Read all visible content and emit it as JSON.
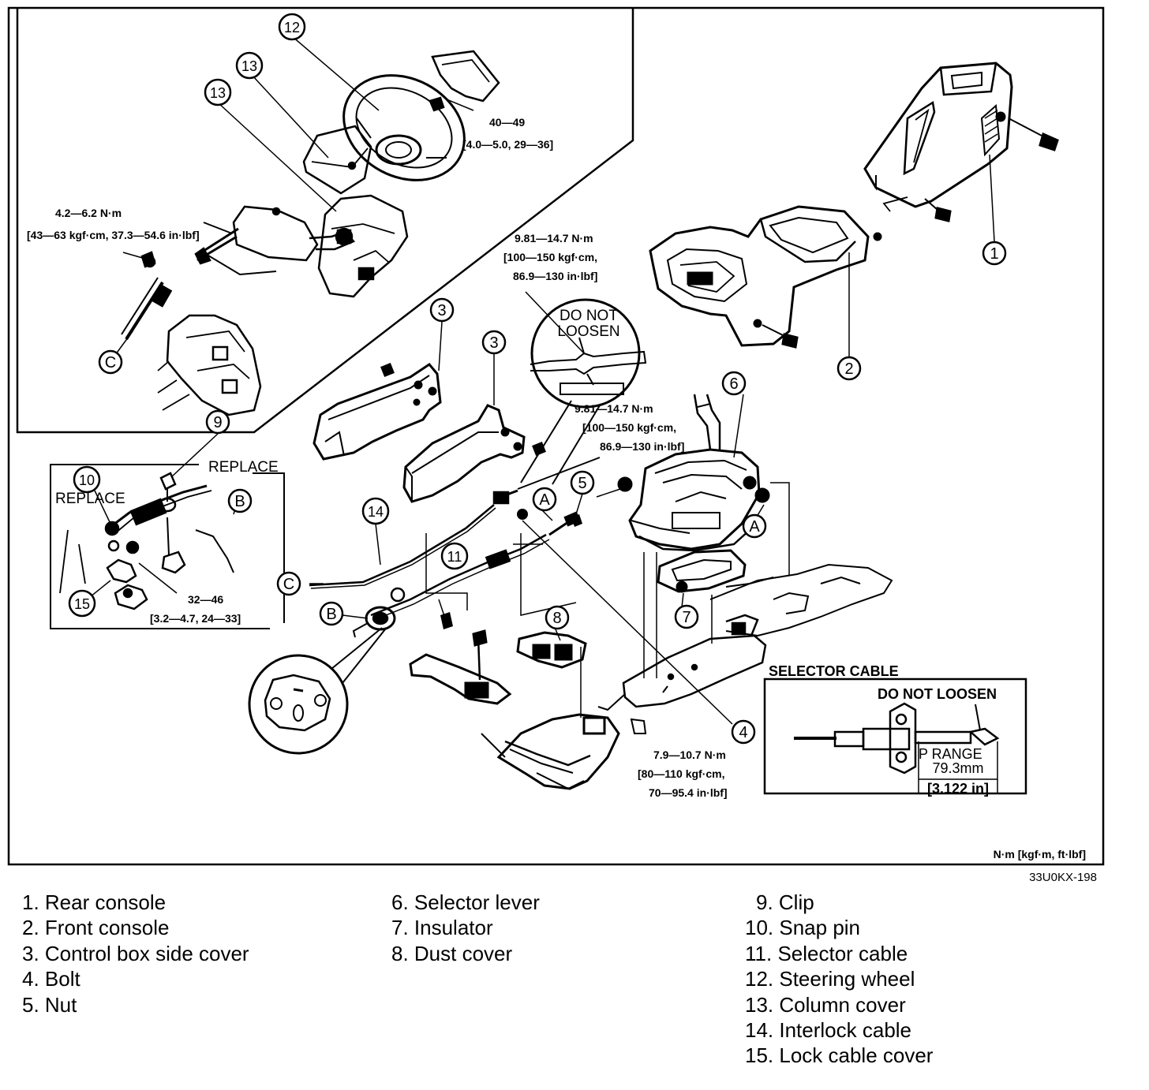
{
  "callouts": {
    "c1": "1",
    "c2": "2",
    "c3a": "3",
    "c3b": "3",
    "c4": "4",
    "c5": "5",
    "c6": "6",
    "c7": "7",
    "c8": "8",
    "c9": "9",
    "c10": "10",
    "c11": "11",
    "c12": "12",
    "c13a": "13",
    "c13b": "13",
    "c14": "14",
    "c15": "15"
  },
  "connectors": {
    "a_top": "A",
    "a_right": "A",
    "b_inset": "B",
    "b_cable": "B",
    "c_inset": "C",
    "c_cable": "C"
  },
  "torque": {
    "steering_nut": {
      "l1": "40—49",
      "l2": "[4.0—5.0, 29—36]"
    },
    "column_bolt": {
      "l1": "4.2—6.2 N·m",
      "l2": "[43—63 kgf·cm, 37.3—54.6 in·lbf]"
    },
    "cable_nut_upper": {
      "l1": "9.81—14.7 N·m",
      "l2": "[100—150 kgf·cm,",
      "l3": "86.9—130 in·lbf]"
    },
    "cable_nut_lower": {
      "l1": "9.81—14.7 N·m",
      "l2": "[100—150 kgf·cm,",
      "l3": "86.9—130 in·lbf]"
    },
    "snap_pin": {
      "l1": "32—46",
      "l2": "[3.2—4.7, 24—33]"
    },
    "bolt4": {
      "l1": "7.9—10.7 N·m",
      "l2": "[80—110 kgf·cm,",
      "l3": "70—95.4 in·lbf]"
    }
  },
  "notes": {
    "do_not_loosen_l1": "DO NOT",
    "do_not_loosen_l2": "LOOSEN",
    "replace_9": "REPLACE",
    "replace_10": "REPLACE"
  },
  "selector_cable": {
    "heading": "SELECTOR CABLE",
    "do_not_loosen": "DO NOT LOOSEN",
    "p_range": "P RANGE",
    "mm": "79.3mm",
    "inch": "[3.122 in]"
  },
  "units_note": "N·m [kgf·m, ft·lbf]",
  "figure_id": "33U0KX-198",
  "legend": {
    "col1": [
      "1. Rear console",
      "2. Front console",
      "3. Control box side cover",
      "4. Bolt",
      "5. Nut"
    ],
    "col2": [
      "6. Selector lever",
      "7. Insulator",
      "8. Dust cover"
    ],
    "col3": [
      "9. Clip",
      "10. Snap pin",
      "11. Selector cable",
      "12. Steering wheel",
      "13. Column cover",
      "14. Interlock cable",
      "15. Lock cable cover"
    ]
  }
}
